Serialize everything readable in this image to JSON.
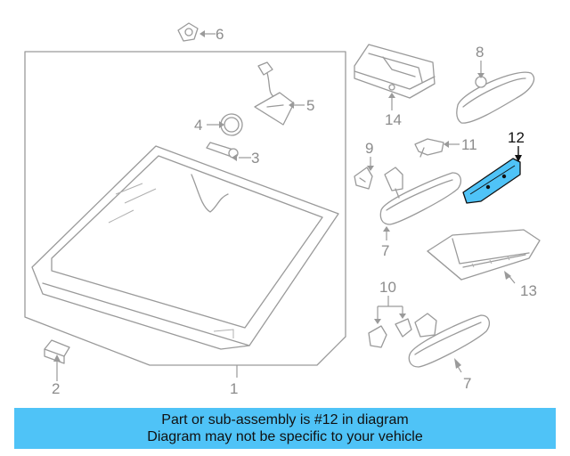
{
  "callouts": {
    "c1": "1",
    "c2": "2",
    "c3": "3",
    "c4": "4",
    "c5": "5",
    "c6": "6",
    "c7a": "7",
    "c7b": "7",
    "c8": "8",
    "c9": "9",
    "c10": "10",
    "c11": "11",
    "c12": "12",
    "c13": "13",
    "c14": "14"
  },
  "highlight": {
    "part": "12",
    "color": "#4fc3f7"
  },
  "banner": {
    "line1": "Part or sub-assembly is #12 in diagram",
    "line2": "Diagram may not be specific to your vehicle",
    "color": "#4fc3f7"
  }
}
